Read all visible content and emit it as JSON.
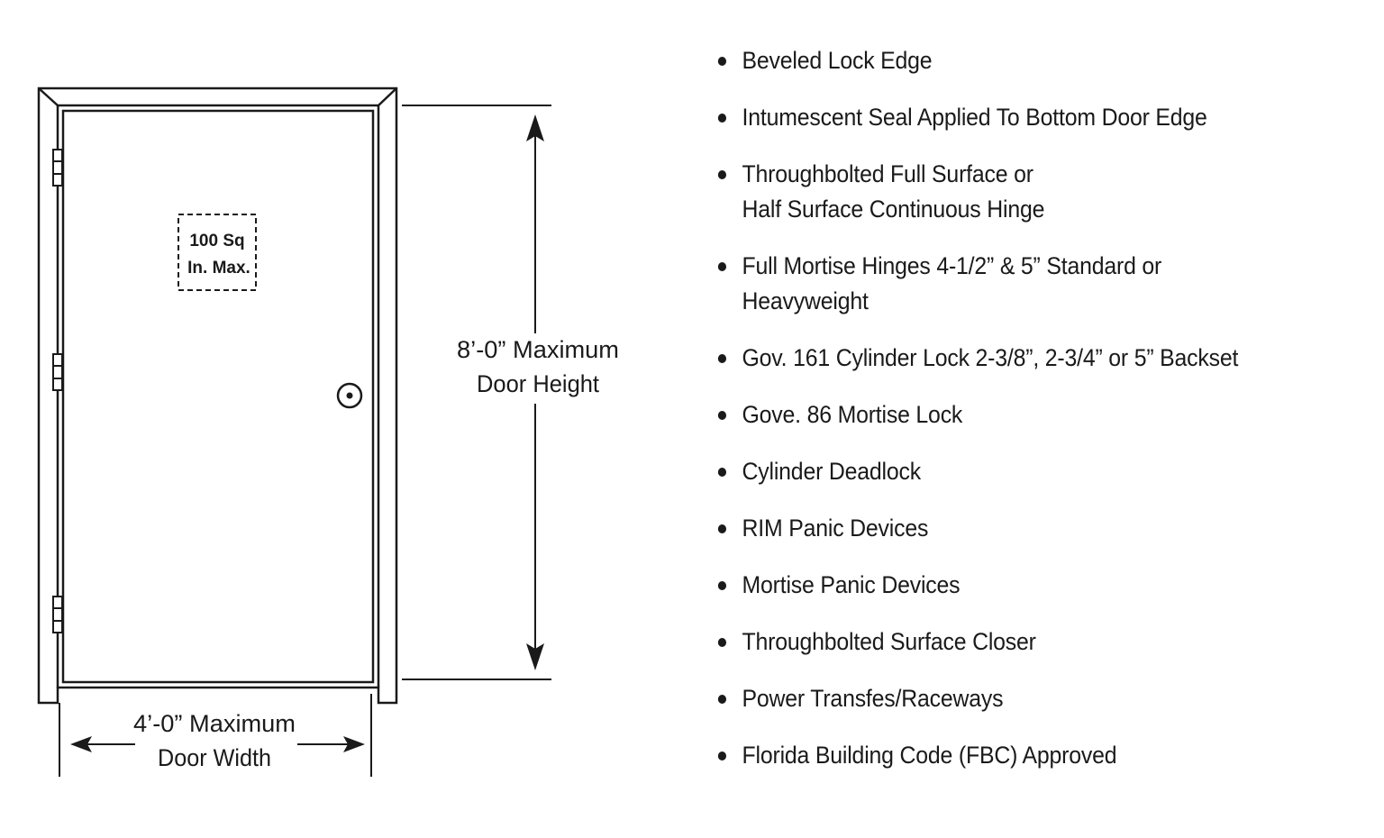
{
  "diagram": {
    "vision_label": [
      "100 Sq",
      "In. Max."
    ],
    "height_label": [
      "8’-0” Maximum",
      "Door Height"
    ],
    "width_label": [
      "4’-0” Maximum",
      "Door Width"
    ]
  },
  "features": [
    {
      "lines": [
        "Beveled Lock Edge"
      ]
    },
    {
      "lines": [
        "Intumescent Seal Applied To Bottom Door Edge"
      ]
    },
    {
      "lines": [
        "Throughbolted Full Surface or",
        "Half Surface Continuous Hinge"
      ]
    },
    {
      "lines": [
        "Full Mortise Hinges 4-1/2” & 5” Standard or",
        "Heavyweight"
      ]
    },
    {
      "lines": [
        "Gov. 161 Cylinder Lock 2-3/8”, 2-3/4” or 5” Backset"
      ]
    },
    {
      "lines": [
        "Gove. 86 Mortise Lock"
      ]
    },
    {
      "lines": [
        "Cylinder Deadlock"
      ]
    },
    {
      "lines": [
        "RIM Panic Devices"
      ]
    },
    {
      "lines": [
        "Mortise Panic Devices"
      ]
    },
    {
      "lines": [
        "Throughbolted Surface Closer"
      ]
    },
    {
      "lines": [
        "Power Transfes/Raceways"
      ]
    },
    {
      "lines": [
        "Florida Building Code (FBC) Approved"
      ]
    }
  ]
}
